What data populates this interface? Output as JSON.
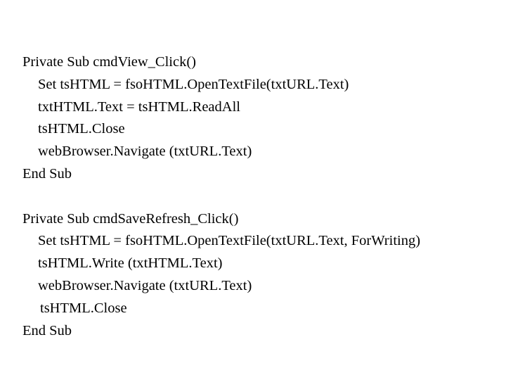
{
  "code": {
    "sub1": {
      "header": "Private Sub cmdView_Click()",
      "lines": [
        "Set tsHTML = fsoHTML.OpenTextFile(txtURL.Text)",
        "txtHTML.Text = tsHTML.ReadAll",
        "tsHTML.Close",
        "webBrowser.Navigate (txtURL.Text)"
      ],
      "footer": "End Sub"
    },
    "sub2": {
      "header": "Private Sub cmdSaveRefresh_Click()",
      "lines": [
        "Set tsHTML = fsoHTML.OpenTextFile(txtURL.Text, ForWriting)",
        "tsHTML.Write (txtHTML.Text)",
        "webBrowser.Navigate (txtURL.Text)",
        "tsHTML.Close"
      ],
      "footer": "End Sub"
    }
  }
}
